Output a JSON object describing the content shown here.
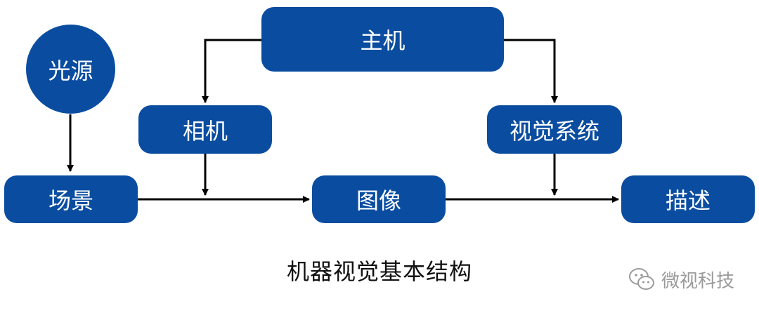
{
  "nodes": {
    "light_source": "光源",
    "host": "主机",
    "camera": "相机",
    "vision_system": "视觉系统",
    "scene": "场景",
    "image": "图像",
    "description": "描述"
  },
  "caption": "机器视觉基本结构",
  "watermark": {
    "text": "微视科技",
    "icon": "wechat-icon"
  },
  "colors": {
    "node_fill": "#0a4da0",
    "node_text": "#ffffff",
    "arrow": "#000000"
  }
}
